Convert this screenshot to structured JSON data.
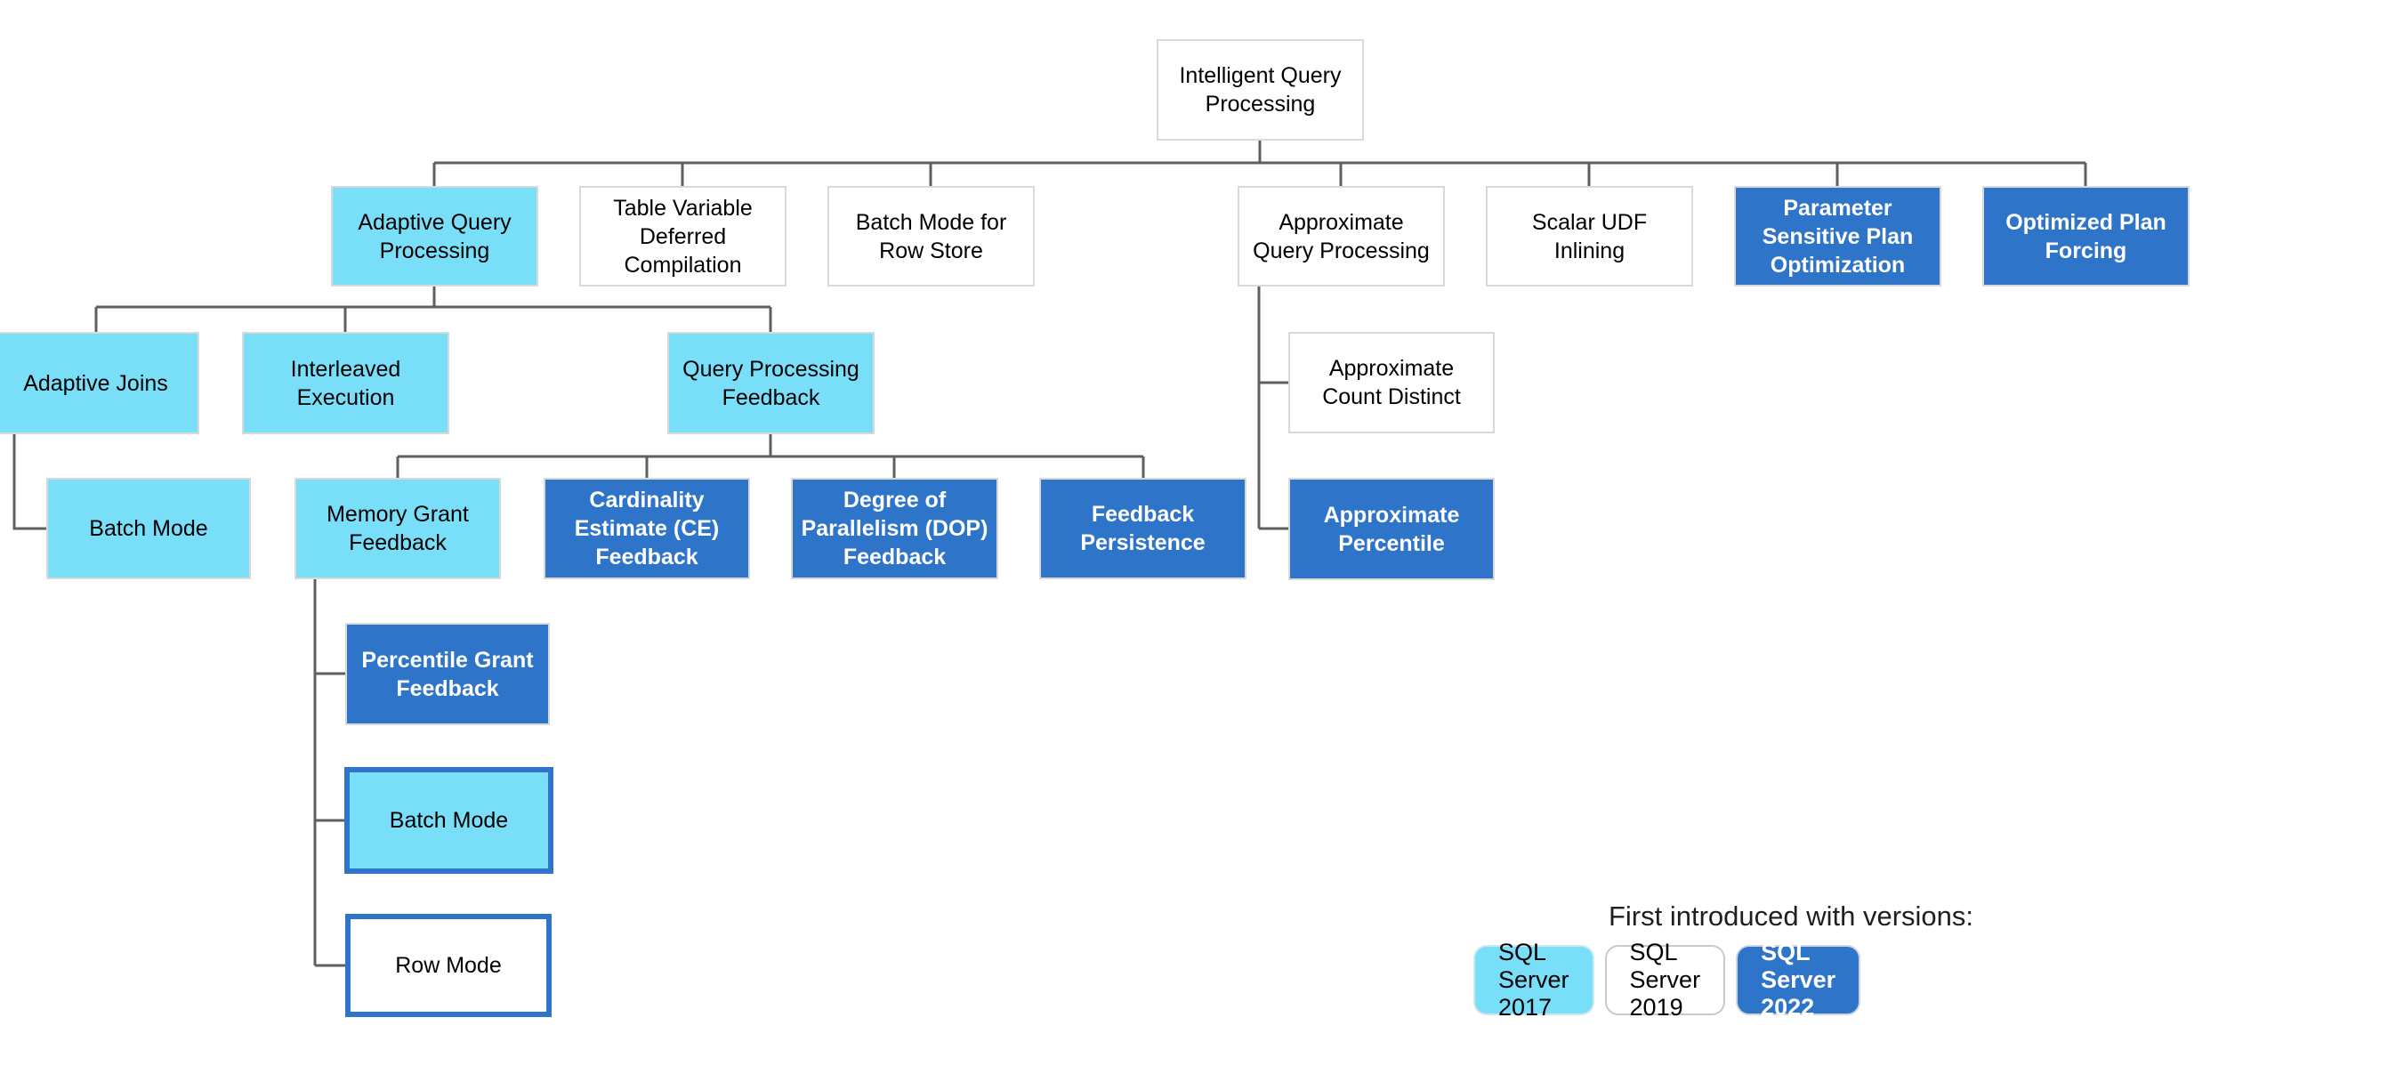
{
  "diagram_title": "Intelligent Query Processing feature family tree",
  "nodes": {
    "intelligent_query_processing": {
      "label": "Intelligent Query Processing",
      "version": "none"
    },
    "adaptive_query_processing": {
      "label": "Adaptive Query Processing",
      "version": "SQL Server 2017"
    },
    "table_variable_deferred_compilation": {
      "label": "Table Variable Deferred Compilation",
      "version": "SQL Server 2019"
    },
    "batch_mode_for_row_store": {
      "label": "Batch Mode for Row Store",
      "version": "SQL Server 2019"
    },
    "approximate_query_processing": {
      "label": "Approximate Query Processing",
      "version": "SQL Server 2019"
    },
    "scalar_udf_inlining": {
      "label": "Scalar UDF Inlining",
      "version": "SQL Server 2019"
    },
    "parameter_sensitive_plan_optimization": {
      "label": "Parameter Sensitive Plan Optimization",
      "version": "SQL Server 2022"
    },
    "optimized_plan_forcing": {
      "label": "Optimized Plan Forcing",
      "version": "SQL Server 2022"
    },
    "adaptive_joins": {
      "label": "Adaptive Joins",
      "version": "SQL Server 2017"
    },
    "interleaved_execution": {
      "label": "Interleaved Execution",
      "version": "SQL Server 2017"
    },
    "query_processing_feedback": {
      "label": "Query Processing Feedback",
      "version": "SQL Server 2017"
    },
    "adaptive_joins_batch_mode": {
      "label": "Batch Mode",
      "version": "SQL Server 2017"
    },
    "memory_grant_feedback": {
      "label": "Memory Grant Feedback",
      "version": "SQL Server 2017"
    },
    "cardinality_estimate_feedback": {
      "label": "Cardinality Estimate (CE) Feedback",
      "version": "SQL Server 2022"
    },
    "dop_feedback": {
      "label": "Degree of Parallelism (DOP) Feedback",
      "version": "SQL Server 2022"
    },
    "feedback_persistence": {
      "label": "Feedback Persistence",
      "version": "SQL Server 2022"
    },
    "approximate_count_distinct": {
      "label": "Approximate Count Distinct",
      "version": "SQL Server 2019"
    },
    "approximate_percentile": {
      "label": "Approximate Percentile",
      "version": "SQL Server 2022"
    },
    "percentile_grant_feedback": {
      "label": "Percentile Grant Feedback",
      "version": "SQL Server 2022"
    },
    "memory_grant_batch_mode": {
      "label": "Batch Mode",
      "version": "SQL Server 2017, outlined SQL Server 2022"
    },
    "memory_grant_row_mode": {
      "label": "Row Mode",
      "version": "SQL Server 2019, outlined SQL Server 2022"
    }
  },
  "edges": [
    {
      "from": "intelligent_query_processing",
      "to": [
        "adaptive_query_processing",
        "table_variable_deferred_compilation",
        "batch_mode_for_row_store",
        "approximate_query_processing",
        "scalar_udf_inlining",
        "parameter_sensitive_plan_optimization",
        "optimized_plan_forcing"
      ]
    },
    {
      "from": "adaptive_query_processing",
      "to": [
        "adaptive_joins",
        "interleaved_execution",
        "query_processing_feedback"
      ]
    },
    {
      "from": "adaptive_joins",
      "to": [
        "adaptive_joins_batch_mode"
      ]
    },
    {
      "from": "query_processing_feedback",
      "to": [
        "memory_grant_feedback",
        "cardinality_estimate_feedback",
        "dop_feedback",
        "feedback_persistence"
      ]
    },
    {
      "from": "approximate_query_processing",
      "to": [
        "approximate_count_distinct",
        "approximate_percentile"
      ]
    },
    {
      "from": "memory_grant_feedback",
      "to": [
        "percentile_grant_feedback",
        "memory_grant_batch_mode",
        "memory_grant_row_mode"
      ]
    }
  ],
  "legend": {
    "title": "First introduced with versions:",
    "items": [
      {
        "label": "SQL Server 2017",
        "color_key": "v2017"
      },
      {
        "label": "SQL Server 2019",
        "color_key": "v2019"
      },
      {
        "label": "SQL Server 2022",
        "color_key": "v2022"
      }
    ]
  },
  "colors": {
    "v2017": "#79dff9",
    "v2019": "#ffffff",
    "v2022": "#2e74c9",
    "box-border": "#d9d9d9",
    "line": "#5f5f5f"
  }
}
